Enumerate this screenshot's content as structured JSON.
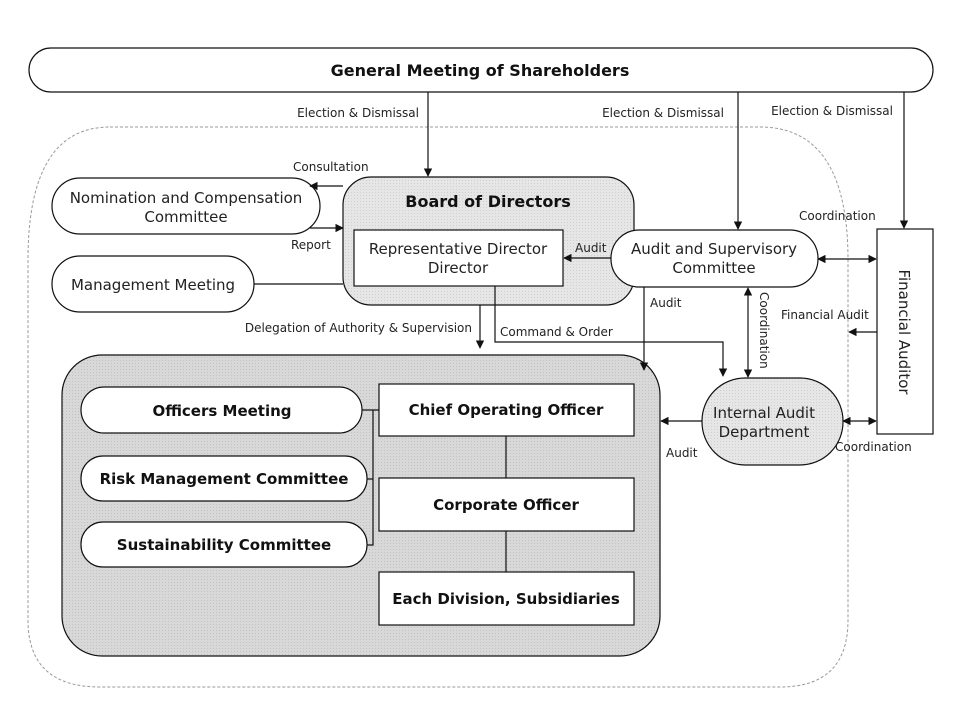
{
  "nodes": {
    "shareholders": "General Meeting of Shareholders",
    "board": "Board of Directors",
    "rep_director_line1": "Representative Director",
    "rep_director_line2": "Director",
    "nomination_line1": "Nomination and Compensation",
    "nomination_line2": "Committee",
    "management_meeting": "Management Meeting",
    "audit_committee_line1": "Audit and Supervisory",
    "audit_committee_line2": "Committee",
    "financial_auditor": "Financial Auditor",
    "internal_audit_line1": "Internal Audit",
    "internal_audit_line2": "Department",
    "officers_meeting": "Officers Meeting",
    "risk_committee": "Risk Management Committee",
    "sustainability_committee": "Sustainability Committee",
    "coo": "Chief Operating Officer",
    "corporate_officer": "Corporate Officer",
    "divisions": "Each Division, Subsidiaries"
  },
  "edges": {
    "election_board": "Election & Dismissal",
    "election_audit": "Election & Dismissal",
    "election_financial": "Election & Dismissal",
    "consultation": "Consultation",
    "report": "Report",
    "audit_to_board": "Audit",
    "coordination_top": "Coordination",
    "audit_down": "Audit",
    "coordination_vertical": "Coordination",
    "financial_audit": "Financial Audit",
    "delegation": "Delegation of Authority & Supervision",
    "command": "Command & Order",
    "internal_audit": "Audit",
    "coordination_bottom": "Coordination"
  }
}
